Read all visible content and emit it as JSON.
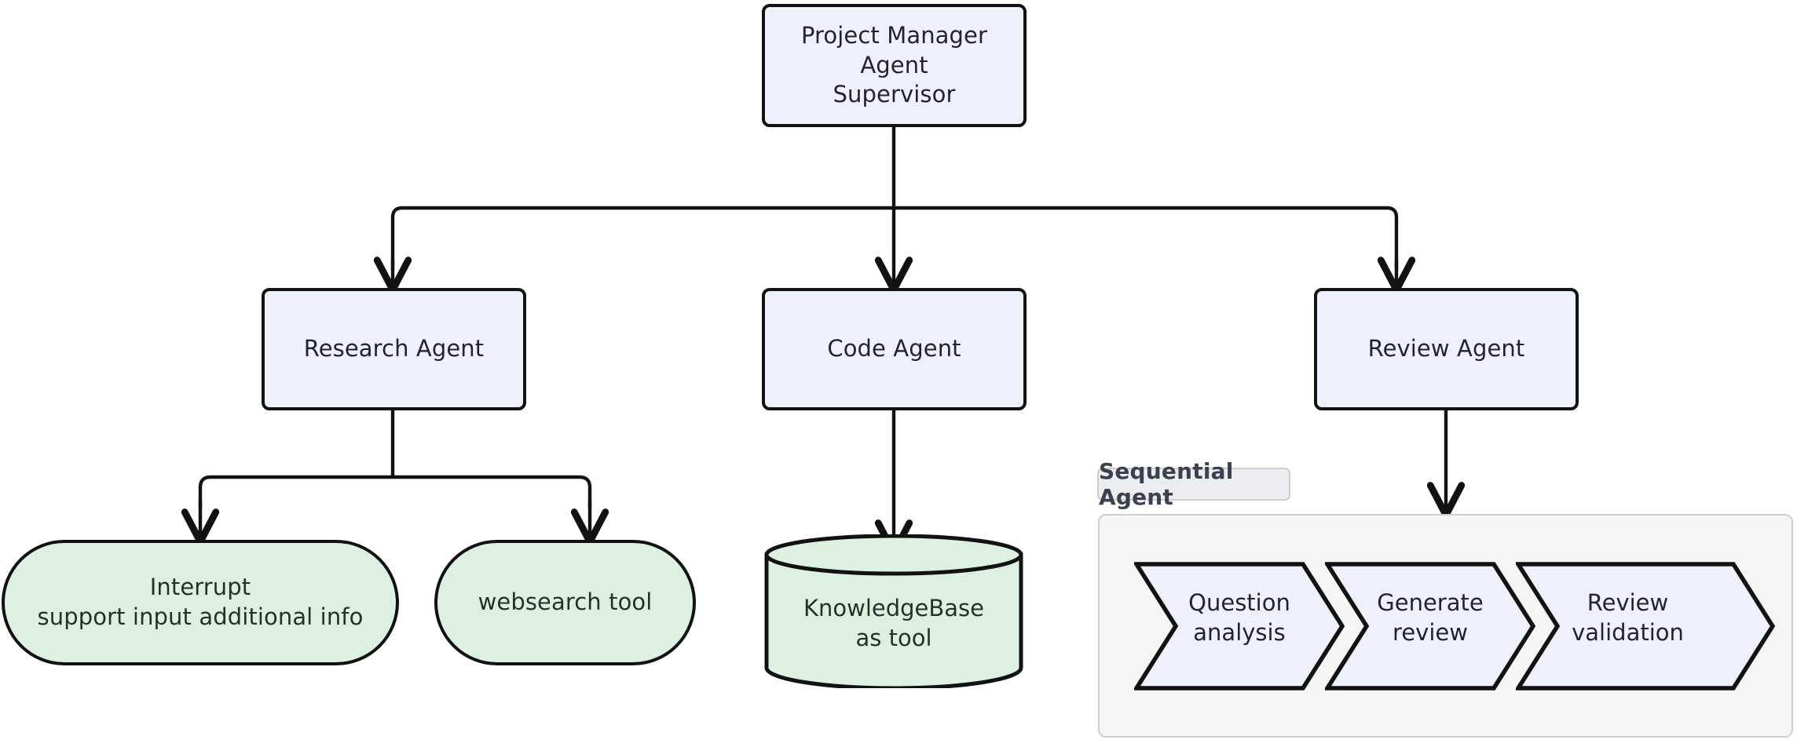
{
  "diagram": {
    "title": "Multi-agent supervisor architecture flowchart",
    "colors": {
      "agent_fill": "#ecf1fb",
      "tool_fill": "#ddf1e3",
      "stroke": "#121212",
      "subgraph_fill": "#f4f5f7",
      "subgraph_border": "#cfcfd2",
      "subgraph_label_fill": "#ebedf0",
      "text": "#1f2430"
    },
    "nodes": {
      "supervisor": {
        "label": "Project Manager Agent\nSupervisor",
        "shape": "rounded-rect",
        "kind": "agent"
      },
      "research_agent": {
        "label": "Research Agent",
        "shape": "rounded-rect",
        "kind": "agent"
      },
      "code_agent": {
        "label": "Code Agent",
        "shape": "rounded-rect",
        "kind": "agent"
      },
      "review_agent": {
        "label": "Review Agent",
        "shape": "rounded-rect",
        "kind": "agent"
      },
      "interrupt": {
        "label": "Interrupt\nsupport input additional info",
        "shape": "stadium",
        "kind": "tool"
      },
      "websearch": {
        "label": "websearch tool",
        "shape": "stadium",
        "kind": "tool"
      },
      "knowledgebase": {
        "label": "KnowledgeBase\nas tool",
        "shape": "cylinder",
        "kind": "tool"
      }
    },
    "subgraph": {
      "label": "Sequential Agent",
      "steps": [
        {
          "label": "Question\nanalysis",
          "shape": "chevron"
        },
        {
          "label": "Generate\nreview",
          "shape": "chevron"
        },
        {
          "label": "Review\nvalidation",
          "shape": "chevron"
        }
      ]
    },
    "edges": [
      {
        "from": "supervisor",
        "to": "research_agent",
        "style": "orthogonal-arrow"
      },
      {
        "from": "supervisor",
        "to": "code_agent",
        "style": "straight-arrow"
      },
      {
        "from": "supervisor",
        "to": "review_agent",
        "style": "orthogonal-arrow"
      },
      {
        "from": "research_agent",
        "to": "interrupt",
        "style": "orthogonal-arrow"
      },
      {
        "from": "research_agent",
        "to": "websearch",
        "style": "orthogonal-arrow"
      },
      {
        "from": "code_agent",
        "to": "knowledgebase",
        "style": "straight-arrow"
      },
      {
        "from": "review_agent",
        "to": "subgraph",
        "style": "straight-arrow"
      }
    ]
  }
}
